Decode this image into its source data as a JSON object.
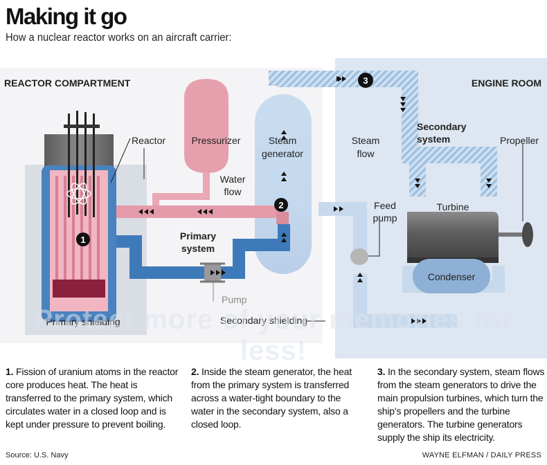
{
  "header": {
    "title": "Making it go",
    "subtitle": "How a nuclear reactor works on an aircraft carrier:"
  },
  "diagram": {
    "sections": {
      "reactor": "REACTOR COMPARTMENT",
      "engine": "ENGINE ROOM"
    },
    "labels": {
      "reactor": "Reactor",
      "pressurizer": "Pressurizer",
      "steam_generator": [
        "Steam",
        "generator"
      ],
      "water_flow": [
        "Water",
        "flow"
      ],
      "primary_system": [
        "Primary",
        "system"
      ],
      "pump": "Pump",
      "primary_shielding": "Primary shielding",
      "secondary_shielding": "Secondary shielding",
      "steam_flow": [
        "Steam",
        "flow"
      ],
      "secondary_system": [
        "Secondary",
        "system"
      ],
      "propeller": "Propeller",
      "turbine": "Turbine",
      "feed_pump": [
        "Feed",
        "pump"
      ],
      "condenser": "Condenser"
    },
    "markers": [
      "1",
      "2",
      "3"
    ],
    "watermark": "Protect more of your memories for less!",
    "colors": {
      "primary_loop": "#3f7dbb",
      "secondary_loop": "#a8c7e6",
      "reactor_hot": "#e59aaa",
      "pressurizer": "#e7a7b2",
      "engine_room_bg": "#dde6f1"
    }
  },
  "captions": [
    {
      "num": "1.",
      "text": "Fission of uranium atoms in the reactor core produces heat. The heat is transferred to the primary system, which circulates water in a closed loop and is kept under pressure to prevent boiling."
    },
    {
      "num": "2.",
      "text": "Inside the steam generator, the heat from the primary system is transferred across a water-tight boundary to the water in the secondary system, also a closed loop."
    },
    {
      "num": "3.",
      "text": "In the secondary system, steam flows from the steam generators to drive the main propulsion turbines, which turn the ship’s propellers and the turbine generators. The turbine generators supply the ship its electricity."
    }
  ],
  "footer": {
    "source": "Source: U.S. Navy",
    "credit": "WAYNE ELFMAN / DAILY PRESS"
  }
}
